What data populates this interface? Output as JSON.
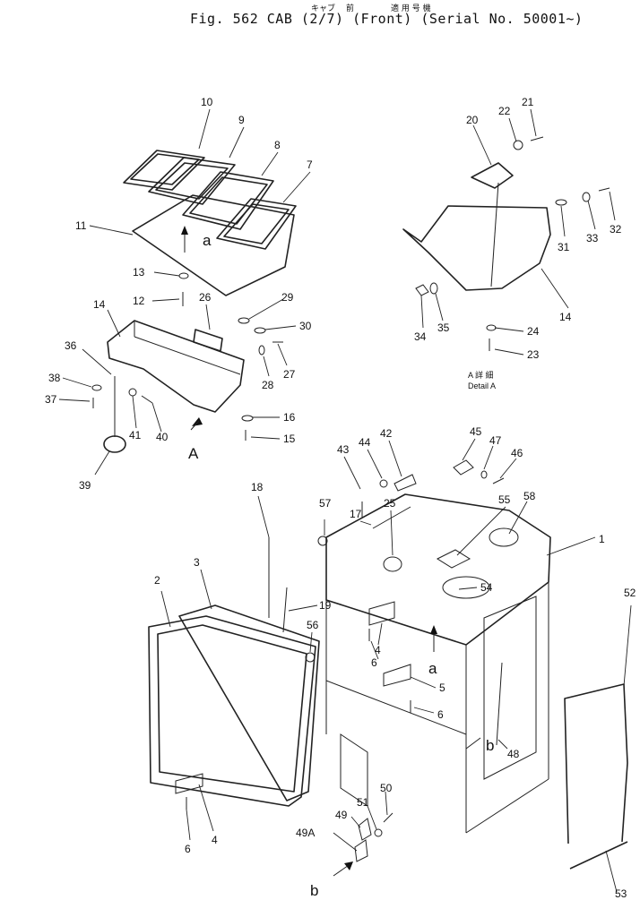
{
  "header": {
    "kana": "キャブ",
    "front_kanji": "前",
    "serial_kanji": "適 用 号 機",
    "title": "Fig. 562 CAB (2/7) (Front) (Serial No. 50001~)"
  },
  "detail": {
    "kanji": "A 詳 細",
    "label": "Detail A"
  },
  "letters": {
    "a": "a",
    "A": "A",
    "b": "b"
  },
  "callouts": {
    "c1": "1",
    "c2": "2",
    "c3": "3",
    "c4a": "4",
    "c4b": "4",
    "c5": "5",
    "c6a": "6",
    "c6b": "6",
    "c6c": "6",
    "c7": "7",
    "c8": "8",
    "c9": "9",
    "c10": "10",
    "c11": "11",
    "c12": "12",
    "c13": "13",
    "c14a": "14",
    "c14b": "14",
    "c15": "15",
    "c16": "16",
    "c17": "17",
    "c18": "18",
    "c19": "19",
    "c20": "20",
    "c21": "21",
    "c22": "22",
    "c23": "23",
    "c24": "24",
    "c25": "25",
    "c26": "26",
    "c27": "27",
    "c28": "28",
    "c29": "29",
    "c30": "30",
    "c31": "31",
    "c32": "32",
    "c33": "33",
    "c34": "34",
    "c35": "35",
    "c36": "36",
    "c37": "37",
    "c38": "38",
    "c39": "39",
    "c40": "40",
    "c41": "41",
    "c42": "42",
    "c43": "43",
    "c44": "44",
    "c45": "45",
    "c46": "46",
    "c47": "47",
    "c48": "48",
    "c49": "49",
    "c49A": "49A",
    "c50": "50",
    "c51": "51",
    "c52": "52",
    "c53": "53",
    "c54": "54",
    "c55": "55",
    "c56": "56",
    "c57": "57",
    "c58": "58"
  }
}
